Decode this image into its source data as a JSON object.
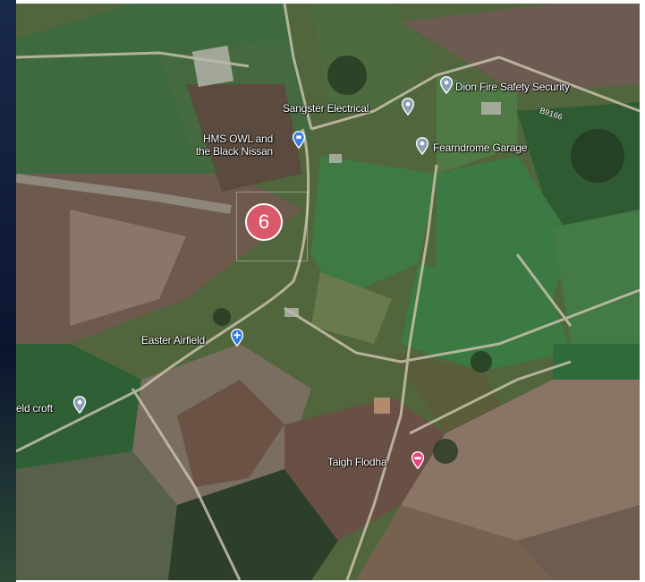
{
  "map": {
    "road_label": "B9166",
    "poi": [
      {
        "name": "Dion Fire Safety Security",
        "icon": "location-pin-icon",
        "color": "#8aa0b5"
      },
      {
        "name": "Sangster Electrical",
        "icon": "location-pin-icon",
        "color": "#8aa0b5"
      },
      {
        "name_line1": "HMS OWL and",
        "name_line2": "the Black Nissan",
        "icon": "museum-icon",
        "color": "#3b7ee0"
      },
      {
        "name": "Fearndrome Garage",
        "icon": "location-pin-icon",
        "color": "#8aa0b5"
      },
      {
        "name": "Easter Airfield",
        "icon": "airplane-icon",
        "color": "#2f7be5"
      },
      {
        "name": "eld croft",
        "icon": "location-pin-icon",
        "color": "#8aa0b5"
      },
      {
        "name": "Taigh Flodha",
        "icon": "bed-icon",
        "color": "#e8437a"
      }
    ],
    "marker": {
      "number": "6",
      "color": "#d9586a"
    }
  }
}
